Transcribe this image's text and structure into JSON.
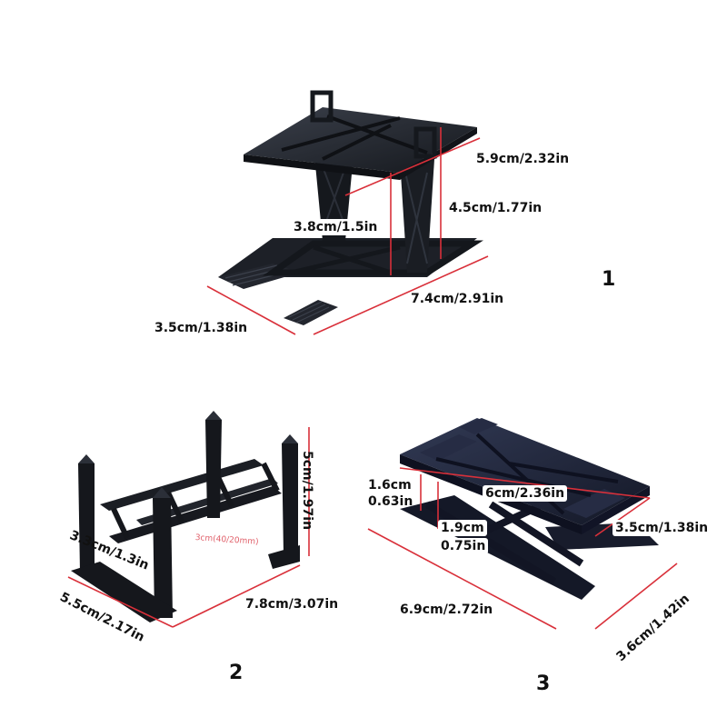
{
  "colors": {
    "stand": "#1a1d24",
    "stand_shadow": "#0c0e12",
    "stand_highlight": "#3a3f4a",
    "dimension_line": "#d9303a",
    "text": "#111111"
  },
  "products": [
    {
      "number": "1",
      "dimensions": {
        "top_width": "5.9cm/2.32in",
        "height_back": "4.5cm/1.77in",
        "height_front": "3.8cm/1.5in",
        "length": "7.4cm/2.91in",
        "depth": "3.5cm/1.38in"
      }
    },
    {
      "number": "2",
      "dimensions": {
        "height": "5cm/1.97in",
        "inner_width": "3.3cm/1.3in",
        "depth": "5.5cm/2.17in",
        "length": "7.8cm/3.07in",
        "faint_label": "3cm(40/20mm)"
      }
    },
    {
      "number": "3",
      "dimensions": {
        "top_width": "6cm/2.36in",
        "low_height_cm": "1.6cm",
        "low_height_in": "0.63in",
        "high_height_cm": "1.9cm",
        "high_height_in": "0.75in",
        "top_depth": "3.5cm/1.38in",
        "length": "6.9cm/2.72in",
        "depth": "3.6cm/1.42in"
      }
    }
  ]
}
